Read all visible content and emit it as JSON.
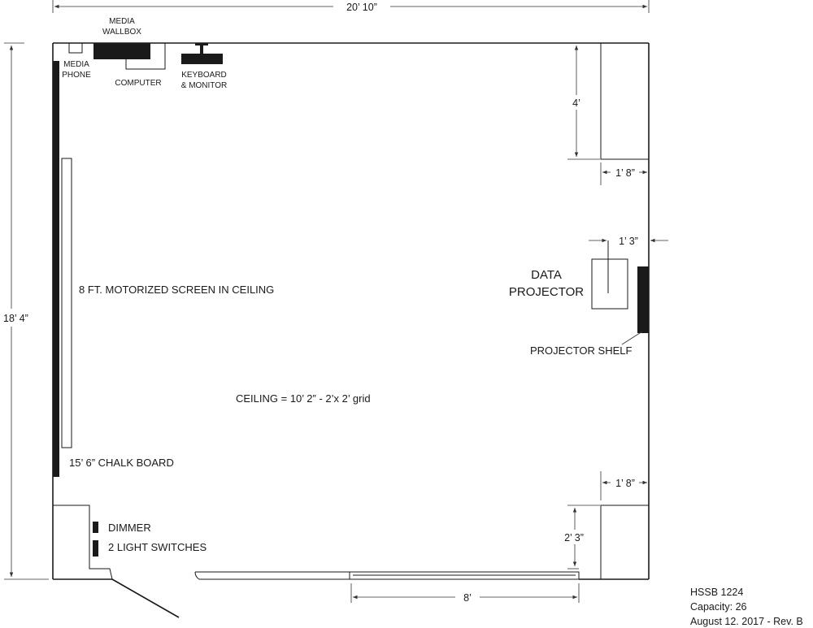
{
  "dimensions": {
    "width": "20’ 10”",
    "height": "18’ 4”",
    "closet_depth": "4’",
    "closet_width_top": "1’ 8”",
    "closet_width_bottom": "1’ 8”",
    "projector_offset": "1’ 3”",
    "bottom_closet_depth": "2’ 3”",
    "door_width": "8’"
  },
  "labels": {
    "media_wallbox_line1": "MEDIA",
    "media_wallbox_line2": "WALLBOX",
    "media_phone_line1": "MEDIA",
    "media_phone_line2": "PHONE",
    "computer": "COMPUTER",
    "keyboard_line1": "KEYBOARD",
    "keyboard_line2": "& MONITOR",
    "screen": "8 FT. MOTORIZED SCREEN IN CEILING",
    "data_projector_line1": "DATA",
    "data_projector_line2": "PROJECTOR",
    "projector_shelf": "PROJECTOR SHELF",
    "ceiling": "CEILING = 10’ 2” - 2’x 2’ grid",
    "chalk_board": "15’ 6” CHALK BOARD",
    "dimmer": "DIMMER",
    "light_switches": "2 LIGHT SWITCHES"
  },
  "info": {
    "room": "HSSB 1224",
    "capacity": "Capacity: 26",
    "date": "August 12. 2017 - Rev. B"
  },
  "colors": {
    "ink": "#1a1a1a",
    "background": "#ffffff"
  }
}
